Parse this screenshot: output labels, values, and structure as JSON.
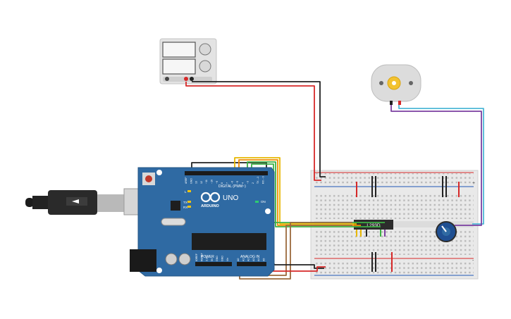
{
  "board": {
    "brand": "ARDUINO",
    "model": "UNO",
    "digital_header": "DIGITAL (PWM~)",
    "power_header": "POWER",
    "analog_header": "ANALOG IN",
    "led_l": "L",
    "led_tx": "TX",
    "led_rx": "RX",
    "led_on": "ON",
    "digital_pins": [
      "AREF",
      "GND",
      "13",
      "12",
      "~11",
      "~10",
      "~9",
      "8",
      "7",
      "~6",
      "~5",
      "4",
      "~3",
      "2",
      "TX→1",
      "RX←0"
    ],
    "power_pins": [
      "IOREF",
      "RESET",
      "3.3V",
      "5V",
      "GND",
      "GND",
      "Vin"
    ],
    "analog_pins": [
      "A0",
      "A1",
      "A2",
      "A3",
      "A4",
      "A5"
    ]
  },
  "chip": {
    "label": "L293D"
  },
  "breadboard": {
    "rail_plus": "+",
    "rail_minus": "-"
  },
  "colors": {
    "board_blue": "#2f6aa3",
    "wire_red": "#d62828",
    "wire_black": "#222222",
    "wire_green": "#3cb043",
    "wire_yellow": "#e8b800",
    "wire_orange": "#f08c00",
    "wire_brown": "#9b6a3c",
    "wire_purple": "#7b3fa0",
    "wire_cyan": "#4fb7d6"
  },
  "icons": [
    "usb-cable-icon",
    "power-supply-icon",
    "dc-motor-icon",
    "potentiometer-icon"
  ]
}
